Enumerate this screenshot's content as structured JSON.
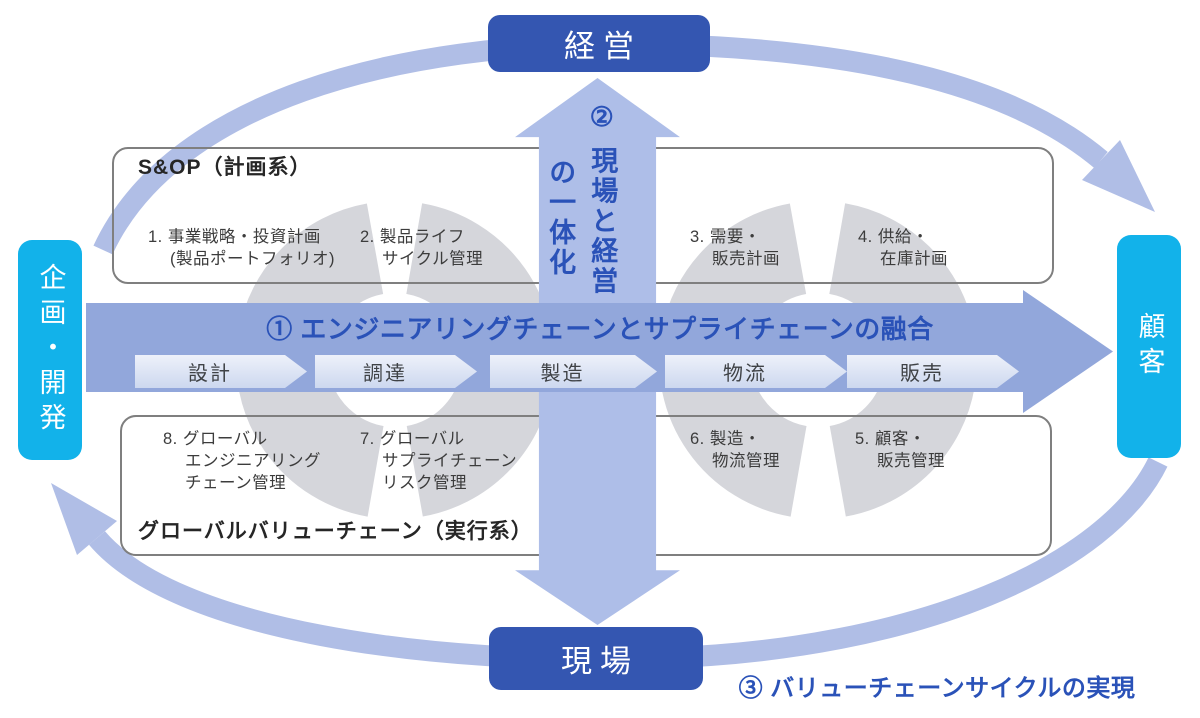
{
  "diagram": {
    "nodes": {
      "top": "経営",
      "bottom": "現場",
      "left": "企画・開発",
      "right": "顧客"
    },
    "planning": {
      "title": "S&OP（計画系）",
      "items": [
        {
          "text": "1. 事業戦略・投資計画\n(製品ポートフォリオ)"
        },
        {
          "text": "2. 製品ライフ\nサイクル管理"
        },
        {
          "text": "3. 需要・\n販売計画"
        },
        {
          "text": "4. 供給・\n在庫計画"
        }
      ]
    },
    "execution": {
      "title": "グローバルバリューチェーン（実行系）",
      "items": [
        {
          "text": "8. グローバル\nエンジニアリング\nチェーン管理"
        },
        {
          "text": "7. グローバル\nサプライチェーン\nリスク管理"
        },
        {
          "text": "6. 製造・\n物流管理"
        },
        {
          "text": "5. 顧客・\n販売管理"
        }
      ]
    },
    "fusion_arrow": {
      "label": "① エンジニアリングチェーンとサプライチェーンの融合",
      "steps": [
        "設計",
        "調達",
        "製造",
        "物流",
        "販売"
      ]
    },
    "integration_arrow": {
      "label": "② 現場と経営の一体化",
      "column_right": "② 現場と経営",
      "column_left": "の一体化"
    },
    "cycle": {
      "label": "③ バリューチェーンサイクルの実現"
    },
    "colors": {
      "node_blue": "#3456b1",
      "node_cyan": "#12b2ea",
      "band_blue": "#92a7db",
      "cross_arrow_blue": "#aebee8",
      "cycle_arc_blue": "#b0bee6",
      "ring_gray": "#d5d6db",
      "accent_text_blue": "#2a52b8",
      "chevron_fill": "#dde3f4",
      "item_text": "#3c3c3c",
      "frame_border": "#7f7f7f"
    }
  }
}
